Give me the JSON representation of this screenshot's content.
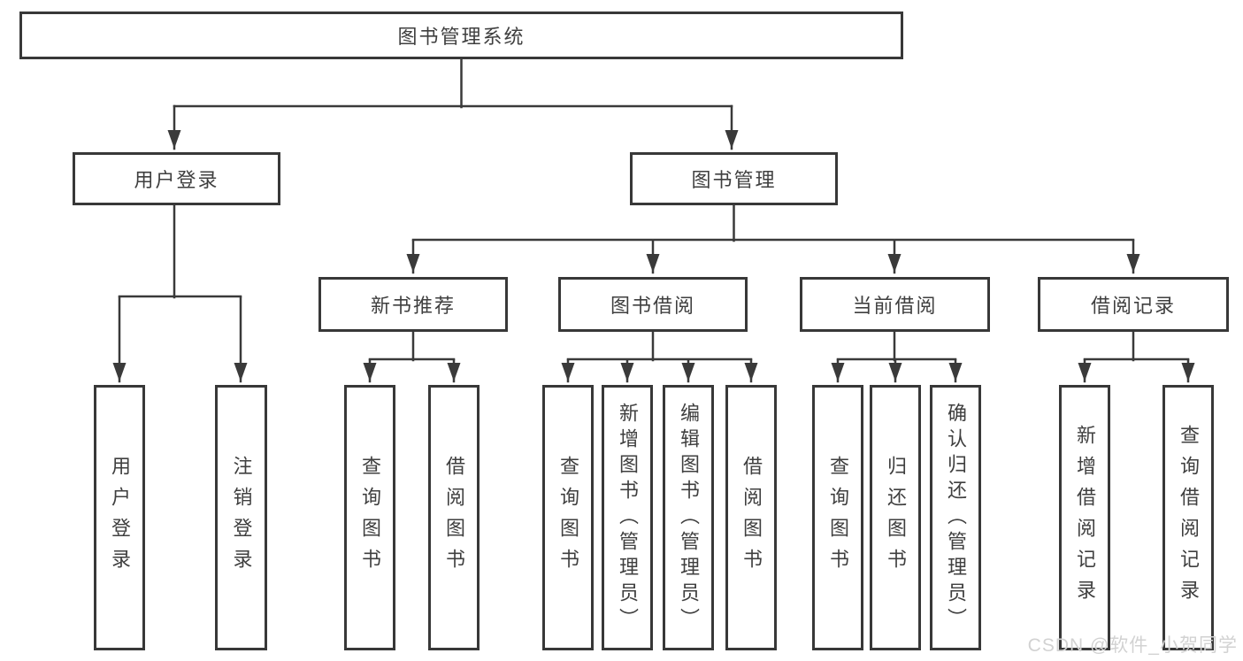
{
  "diagram": {
    "type": "tree",
    "root": {
      "label": "图书管理系统",
      "children": [
        {
          "label": "用户登录",
          "children": [
            {
              "label": "用户登录"
            },
            {
              "label": "注销登录"
            }
          ]
        },
        {
          "label": "图书管理",
          "children": [
            {
              "label": "新书推荐",
              "children": [
                {
                  "label": "查询图书"
                },
                {
                  "label": "借阅图书"
                }
              ]
            },
            {
              "label": "图书借阅",
              "children": [
                {
                  "label": "查询图书"
                },
                {
                  "label": "新增图书（管理员）"
                },
                {
                  "label": "编辑图书（管理员）"
                },
                {
                  "label": "借阅图书"
                }
              ]
            },
            {
              "label": "当前借阅",
              "children": [
                {
                  "label": "查询图书"
                },
                {
                  "label": "归还图书"
                },
                {
                  "label": "确认归还（管理员）"
                }
              ]
            },
            {
              "label": "借阅记录",
              "children": [
                {
                  "label": "新增借阅记录"
                },
                {
                  "label": "查询借阅记录"
                }
              ]
            }
          ]
        }
      ]
    },
    "colors": {
      "line": "#3a3a3a",
      "box_border": "#383838",
      "box_fill": "#ffffff",
      "text": "#3f3f3f",
      "watermark": "#d2d2d2"
    }
  },
  "watermark": {
    "text": "CSDN @软件_小贺同学"
  }
}
